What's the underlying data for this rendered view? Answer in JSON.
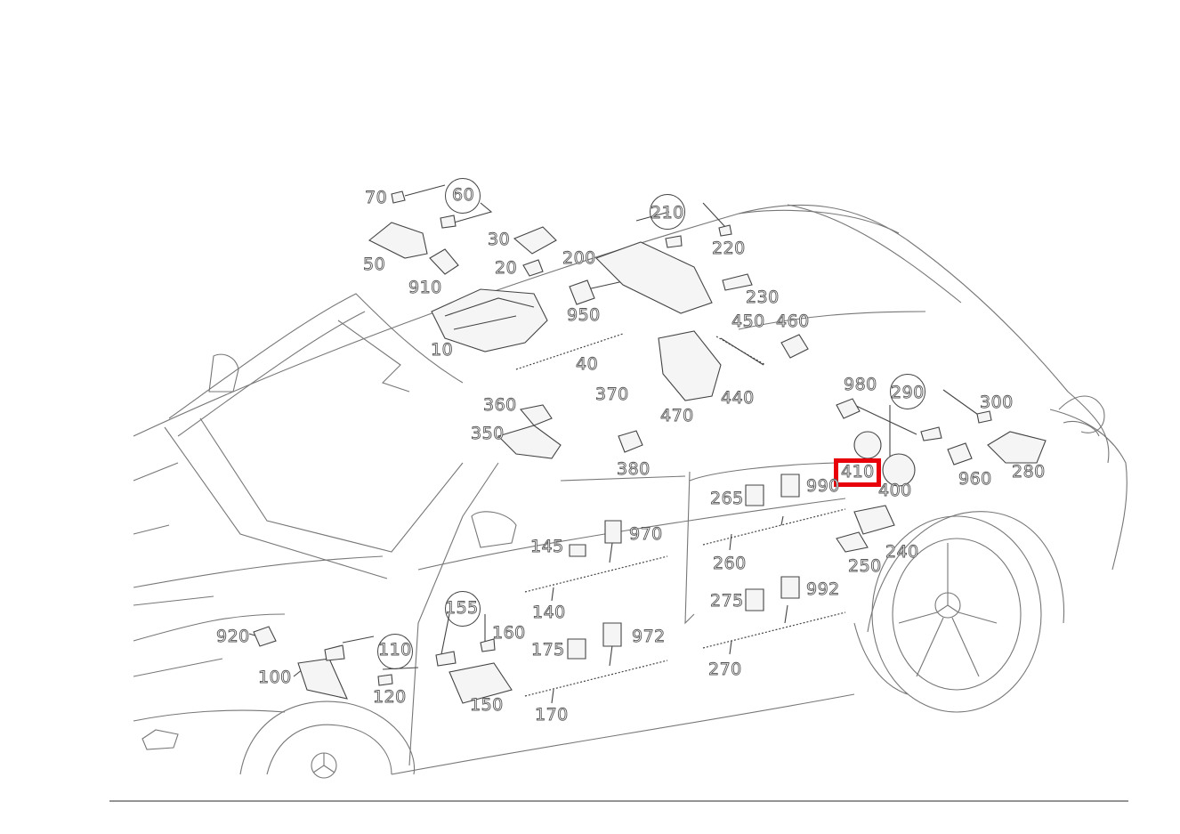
{
  "diagram": {
    "highlight_color": "#e8000b",
    "line_color": "#444444",
    "label_text_color": "#ffffff",
    "label_outline_color": "#555555",
    "highlighted_part": "410",
    "parts": {
      "p70": "70",
      "p60": "60",
      "p50": "50",
      "p910": "910",
      "p30": "30",
      "p20": "20",
      "p10": "10",
      "p210": "210",
      "p220": "220",
      "p200": "200",
      "p230": "230",
      "p950": "950",
      "p450": "450",
      "p460": "460",
      "p40": "40",
      "p440": "440",
      "p370": "370",
      "p470": "470",
      "p360": "360",
      "p350": "350",
      "p380": "380",
      "p980": "980",
      "p290": "290",
      "p300": "300",
      "p410": "410",
      "p400": "400",
      "p960": "960",
      "p280": "280",
      "p265": "265",
      "p990": "990",
      "p260": "260",
      "p240": "240",
      "p250": "250",
      "p145": "145",
      "p970": "970",
      "p140": "140",
      "p275": "275",
      "p992": "992",
      "p270": "270",
      "p155": "155",
      "p160": "160",
      "p920": "920",
      "p110": "110",
      "p100": "100",
      "p120": "120",
      "p150": "150",
      "p175": "175",
      "p972": "972",
      "p170": "170"
    }
  }
}
